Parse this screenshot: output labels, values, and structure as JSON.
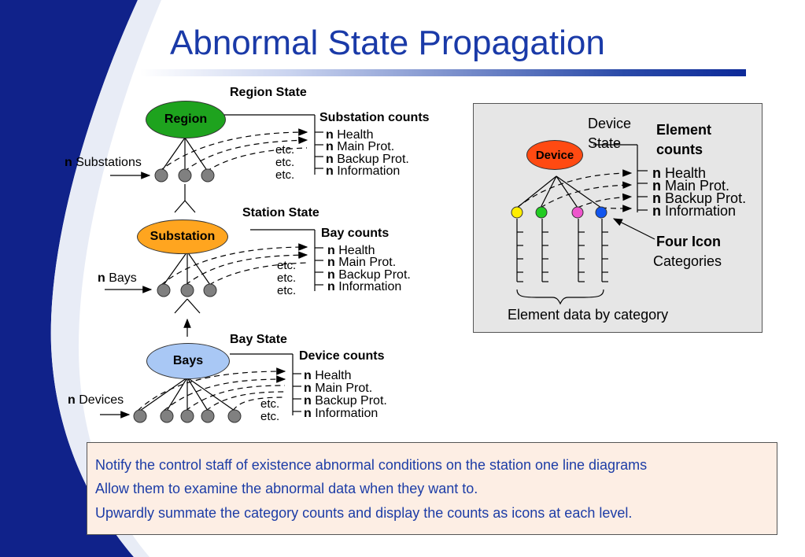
{
  "title": "Abnormal State Propagation",
  "colors": {
    "accent": "#1a3aa8",
    "region": "#1ea31e",
    "substation": "#ffa51f",
    "bays": "#a9c8f5",
    "device": "#ff4a12",
    "node": "#808080"
  },
  "region_section": {
    "state_label": "Region State",
    "node_label": "Region",
    "counts_title": "Substation counts",
    "input_n": "n",
    "input_label": "Substations",
    "etc": [
      "etc.",
      "etc.",
      "etc."
    ]
  },
  "substation_section": {
    "state_label": "Station State",
    "node_label": "Substation",
    "counts_title": "Bay counts",
    "input_n": "n",
    "input_label": "Bays",
    "etc": [
      "etc.",
      "etc.",
      "etc."
    ]
  },
  "bay_section": {
    "state_label": "Bay State",
    "node_label": "Bays",
    "counts_title": "Device counts",
    "input_n": "n",
    "input_label": "Devices",
    "etc": [
      "etc.",
      "etc."
    ]
  },
  "categories": [
    {
      "n": "n",
      "label": "Health"
    },
    {
      "n": "n",
      "label": "Main Prot."
    },
    {
      "n": "n",
      "label": "Backup Prot."
    },
    {
      "n": "n",
      "label": "Information"
    }
  ],
  "device_panel": {
    "node_label": "Device",
    "state_label_line1": "Device",
    "state_label_line2": "State",
    "counts_title_line1": "Element",
    "counts_title_line2": "counts",
    "icons_title": "Four Icon",
    "icons_subtitle": "Categories",
    "footer": "Element data by category",
    "icon_colors": [
      "#ffee00",
      "#22cc22",
      "#ee55cc",
      "#1155ee"
    ]
  },
  "notes": [
    "Notify the control staff of existence abnormal conditions on the station one line diagrams",
    "Allow them to examine the abnormal data when they want to.",
    "Upwardly summate the category counts and display the counts as icons at each level."
  ]
}
